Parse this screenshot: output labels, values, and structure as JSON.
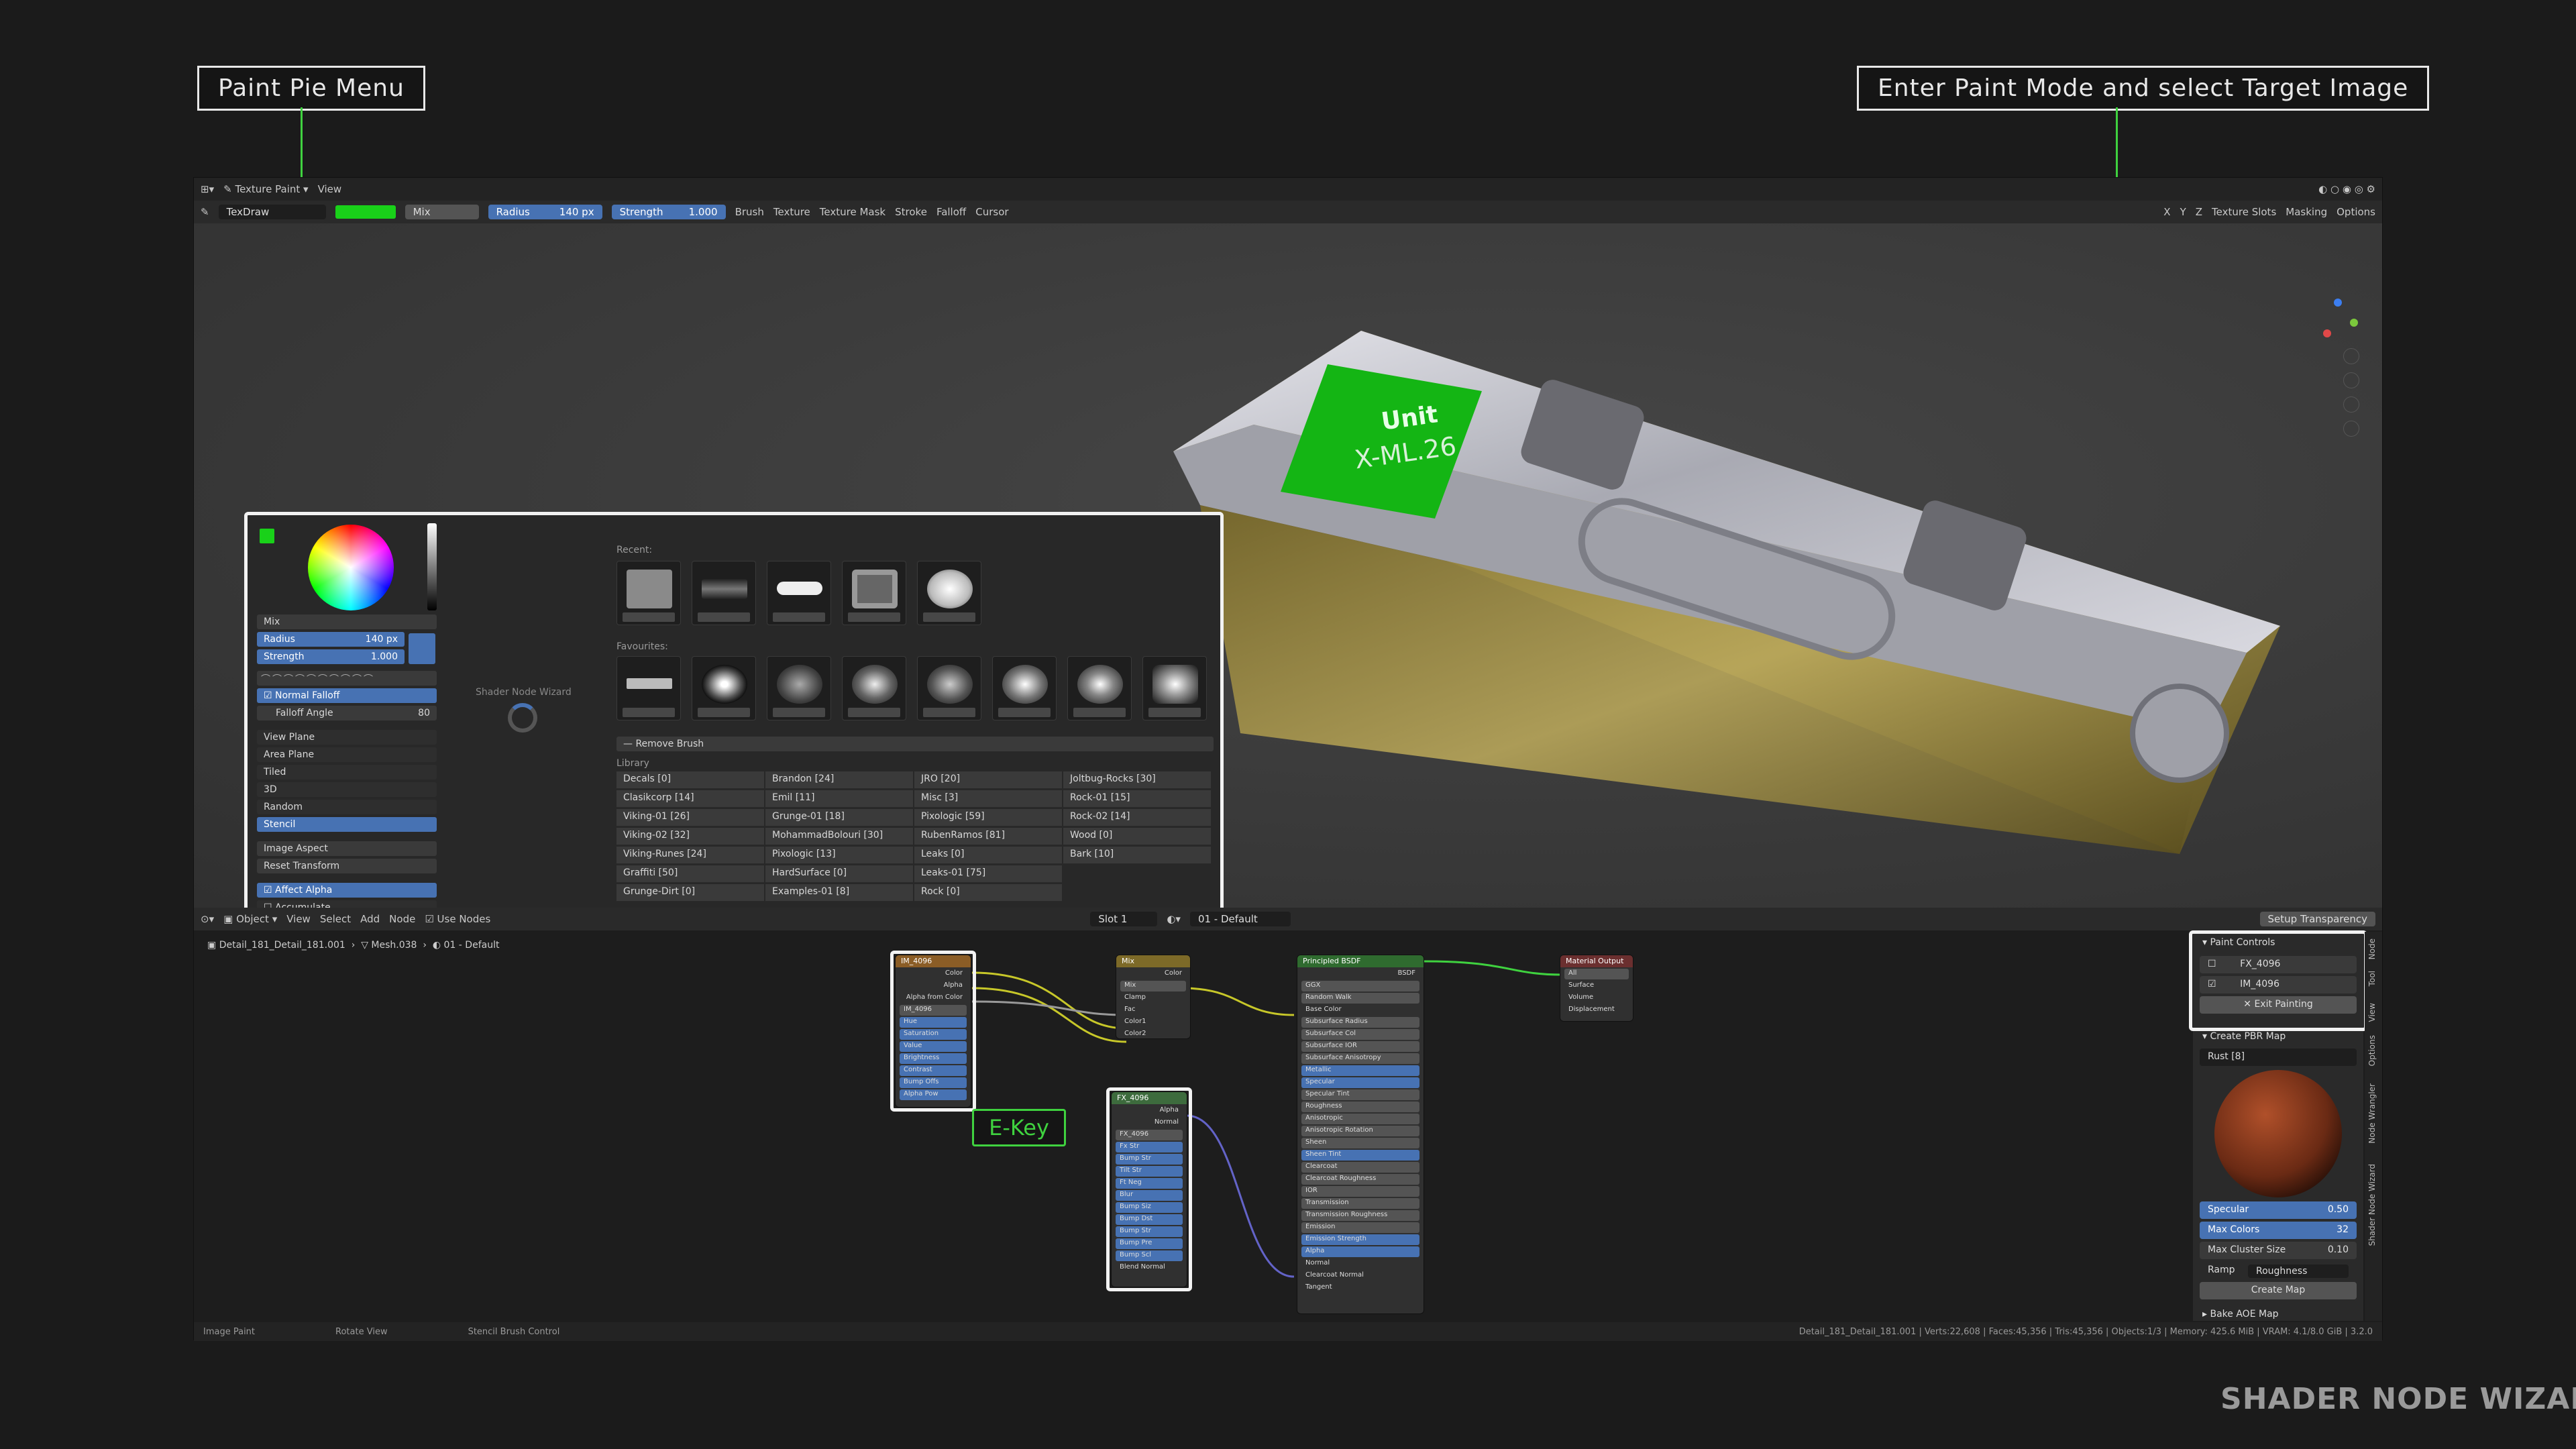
{
  "callouts": {
    "left": "Paint Pie Menu",
    "right": "Enter Paint Mode and select Target Image"
  },
  "watermark": "SHADER NODE WIZARD",
  "header": {
    "editor": "Texture Paint",
    "view": "View",
    "brush": "TexDraw",
    "blend": "Mix",
    "radius_label": "Radius",
    "radius_value": "140 px",
    "strength_label": "Strength",
    "strength_value": "1.000",
    "menus": [
      "Brush",
      "Texture",
      "Texture Mask",
      "Stroke",
      "Falloff",
      "Cursor"
    ],
    "right_menus": [
      "Texture Slots",
      "Masking",
      "Options"
    ],
    "xyz": [
      "X",
      "Y",
      "Z"
    ],
    "brush_color": "#19d119"
  },
  "object_label": {
    "brand": "Unit",
    "model": "X-ML.26"
  },
  "pie": {
    "blend": "Mix",
    "radius_label": "Radius",
    "radius_value": "140 px",
    "strength_label": "Strength",
    "strength_value": "1.000",
    "normal_falloff": "Normal Falloff",
    "falloff_angle_label": "Falloff Angle",
    "falloff_angle_value": "80",
    "mapping": [
      "View Plane",
      "Area Plane",
      "Tiled",
      "3D",
      "Random",
      "Stencil"
    ],
    "mapping_selected": "Stencil",
    "image_aspect": "Image Aspect",
    "reset_transform": "Reset Transform",
    "affect_alpha": "Affect Alpha",
    "accumulate": "Accumulate",
    "center_label": "Shader Node Wizard",
    "recent_label": "Recent:",
    "favourites_label": "Favourites:",
    "remove_brush": "Remove Brush",
    "library_label": "Library",
    "library": [
      [
        "Decals [0]",
        "Brandon [24]",
        "JRO [20]",
        "Joltbug-Rocks [30]"
      ],
      [
        "Clasikcorp [14]",
        "Emil [11]",
        "Misc [3]",
        "Rock-01 [15]"
      ],
      [
        "Viking-01 [26]",
        "Grunge-01 [18]",
        "Pixologic [59]",
        "Rock-02 [14]"
      ],
      [
        "Viking-02 [32]",
        "MohammadBolouri [30]",
        "RubenRamos [81]",
        "Wood [0]"
      ],
      [
        "Viking-Runes [24]",
        "Pixologic [13]",
        "Leaks [0]",
        "Bark [10]"
      ],
      [
        "Graffiti [50]",
        "HardSurface [0]",
        "Leaks-01 [75]",
        ""
      ],
      [
        "Grunge-Dirt [0]",
        "Examples-01 [8]",
        "Rock [0]",
        ""
      ]
    ]
  },
  "node_header": {
    "mode": "Object",
    "menus": [
      "View",
      "Select",
      "Add",
      "Node"
    ],
    "use_nodes": "Use Nodes",
    "slot": "Slot 1",
    "material": "01 - Default",
    "setup": "Setup Transparency"
  },
  "breadcrumb": [
    "Detail_181_Detail_181.001",
    "Mesh.038",
    "01 - Default"
  ],
  "nodes": {
    "img1": {
      "title": "IM_4096",
      "outs": [
        "Color",
        "Alpha",
        "Alpha from Color"
      ],
      "rows": [
        "IM_4096",
        "Hue",
        "Saturation",
        "Value",
        "Brightness",
        "Contrast",
        "Bump Offs",
        "Alpha Pow"
      ]
    },
    "mix": {
      "title": "Mix",
      "rows": [
        "Color",
        "Mix",
        "Clamp",
        "Fac",
        "Color1",
        "Color2"
      ]
    },
    "img2": {
      "title": "FX_4096",
      "outs": [
        "Alpha",
        "Normal"
      ],
      "rows": [
        "FX_4096",
        "Fx Str",
        "Bump Str",
        "Tilt Str",
        "Ft Neg",
        "Blur",
        "Bump Siz",
        "Bump Dst",
        "Bump Str",
        "Bump Pre",
        "Bump Scl",
        "Bump Siz"
      ],
      "footer": "Blend Normal"
    },
    "bsdf": {
      "title": "Principled BSDF",
      "out": "BSDF",
      "rows": [
        "GGX",
        "Random Walk",
        "Base Color",
        "Subsurface Radius",
        "Subsurface Col",
        "Subsurface IOR",
        "Subsurface Anisotropy",
        "Metallic",
        "Specular",
        "Specular Tint",
        "Roughness",
        "Anisotropic",
        "Anisotropic Rotation",
        "Sheen",
        "Sheen Tint",
        "Clearcoat",
        "Clearcoat Roughness",
        "IOR",
        "Transmission",
        "Transmission Roughness",
        "Emission",
        "Emission Strength",
        "Alpha",
        "Normal",
        "Clearcoat Normal",
        "Tangent"
      ]
    },
    "out": {
      "title": "Material Output",
      "rows": [
        "All",
        "Surface",
        "Volume",
        "Displacement"
      ]
    }
  },
  "ekey": "E-Key",
  "side": {
    "paint_controls": "Paint Controls",
    "images": [
      "FX_4096",
      "IM_4096"
    ],
    "exit": "Exit Painting",
    "pbr_title": "Create PBR Map",
    "preset": "Rust [8]",
    "specular_label": "Specular",
    "specular_value": "0.50",
    "max_colors_label": "Max Colors",
    "max_colors_value": "32",
    "max_cluster_label": "Max Cluster Size",
    "max_cluster_value": "0.10",
    "ramp_label": "Ramp",
    "ramp_value": "Roughness",
    "create_map": "Create Map",
    "bake": "Bake AOE Map",
    "tabs": [
      "Node",
      "Tool",
      "View",
      "Options",
      "Node Wrangler",
      "Shader Node Wizard"
    ]
  },
  "status": {
    "left": "Image Paint",
    "mid": "Rotate View",
    "stencil": "Stencil Brush Control",
    "right": "Detail_181_Detail_181.001 | Verts:22,608 | Faces:45,356 | Tris:45,356 | Objects:1/3 | Memory: 425.6 MiB | VRAM: 4.1/8.0 GiB | 3.2.0"
  }
}
